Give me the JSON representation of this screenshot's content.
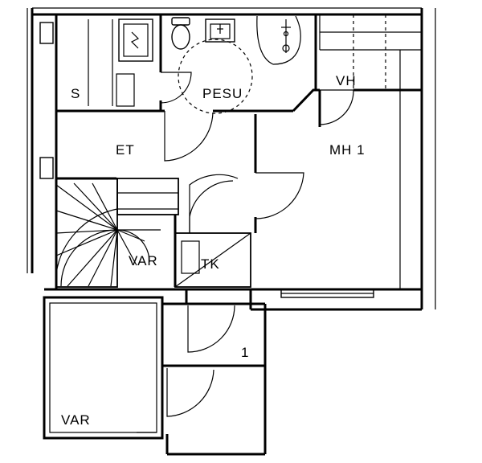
{
  "rooms": {
    "sauna": "S",
    "washroom": "PESU",
    "walk_in_closet": "VH",
    "entrance_hall": "ET",
    "bedroom": "MH 1",
    "storage_stair": "VAR",
    "utility": "TK",
    "storage_lower": "VAR",
    "floor_marker": "1"
  },
  "colors": {
    "line": "#000000",
    "background": "#ffffff"
  }
}
